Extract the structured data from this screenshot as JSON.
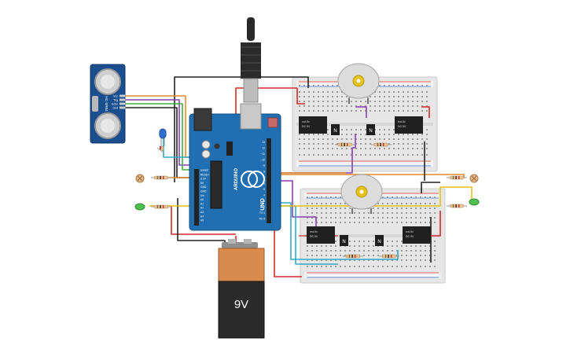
{
  "battery": {
    "label": "9V",
    "color_top": "#d98b4e",
    "color_body": "#2b2b2b"
  },
  "sensor": {
    "model": "HC-SR04",
    "pins": [
      "Vcc",
      "Trig",
      "Echo",
      "Gnd"
    ]
  },
  "arduino": {
    "brand": "ARDUINO",
    "model": "UNO",
    "color": "#1f6fb2",
    "digital_header": [
      "13",
      "12",
      "~11",
      "~10",
      "~9",
      "8",
      "7",
      "~6",
      "~5",
      "4",
      "~3",
      "2",
      "TX 1",
      "RX 0"
    ],
    "power_header": [
      "IOREF",
      "RESET",
      "3.3V",
      "5V",
      "GND",
      "GND",
      "Vin"
    ],
    "analog_header": [
      "A0",
      "A1",
      "A2",
      "A3",
      "A4",
      "A5"
    ]
  },
  "relays": {
    "label_top": "srd-5v",
    "label_bottom": "DC 5V"
  },
  "transistor": {
    "label": "N"
  },
  "colors": {
    "red": "#d42a2a",
    "black": "#222222",
    "orange": "#e38a2c",
    "yellow": "#e6c21c",
    "purple": "#8b3fb2",
    "cyan": "#33a8c9",
    "blue": "#2f6fd1",
    "brown": "#8a5a2b",
    "green": "#3fae3f",
    "breadboard": "#e8e8e8"
  }
}
